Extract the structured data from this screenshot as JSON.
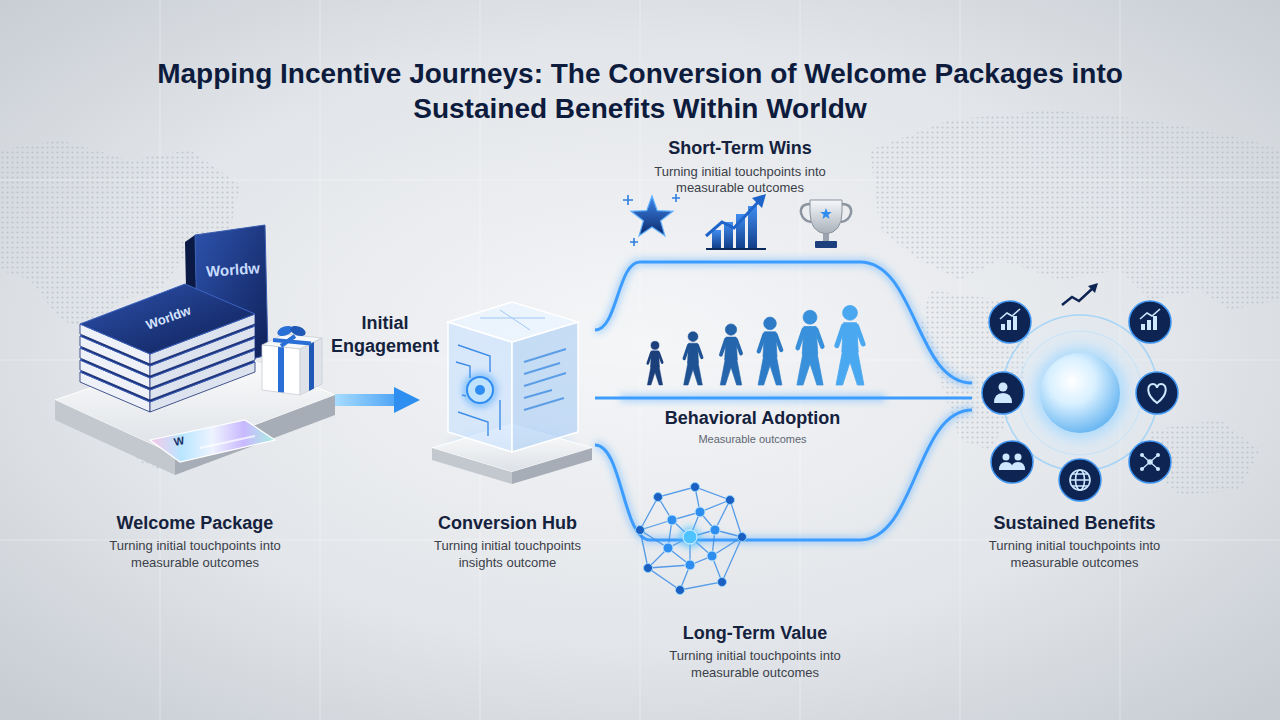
{
  "diagram": {
    "title": "Mapping Incentive Journeys: The Conversion of Welcome Packages into Sustained Benefits Within Worldw",
    "nodes": [
      {
        "text": [
          "Welcome Package",
          "Turning initial touchpoints into measurable outcomes"
        ]
      },
      {
        "text": [
          "Conversion Hub",
          "Turning initial touchpoints insights outcome"
        ]
      },
      {
        "text": [
          "Short-Term Wins",
          "Turning initial touchpoints into measurable outcomes"
        ]
      },
      {
        "text": [
          "Behavioral Adoption",
          "Measurable outcomes"
        ]
      },
      {
        "text": [
          "Long-Term Value",
          "Turning initial touchpoints into measurable outcomes"
        ]
      },
      {
        "text": [
          "Sustained Benefits",
          "Turning initial touchpoints into measurable outcomes"
        ]
      }
    ],
    "edges": [
      {
        "from": 0,
        "to": 1,
        "arrow": "to",
        "label": "Initial Engagement"
      },
      {
        "from": 1,
        "to": 2,
        "arrow": "none"
      },
      {
        "from": 1,
        "to": 3,
        "arrow": "none"
      },
      {
        "from": 1,
        "to": 4,
        "arrow": "none"
      },
      {
        "from": 2,
        "to": 5,
        "arrow": "none"
      },
      {
        "from": 3,
        "to": 5,
        "arrow": "none"
      },
      {
        "from": 4,
        "to": 5,
        "arrow": "none"
      }
    ],
    "labels": [
      "Worldw",
      "Worldw",
      "W"
    ]
  }
}
